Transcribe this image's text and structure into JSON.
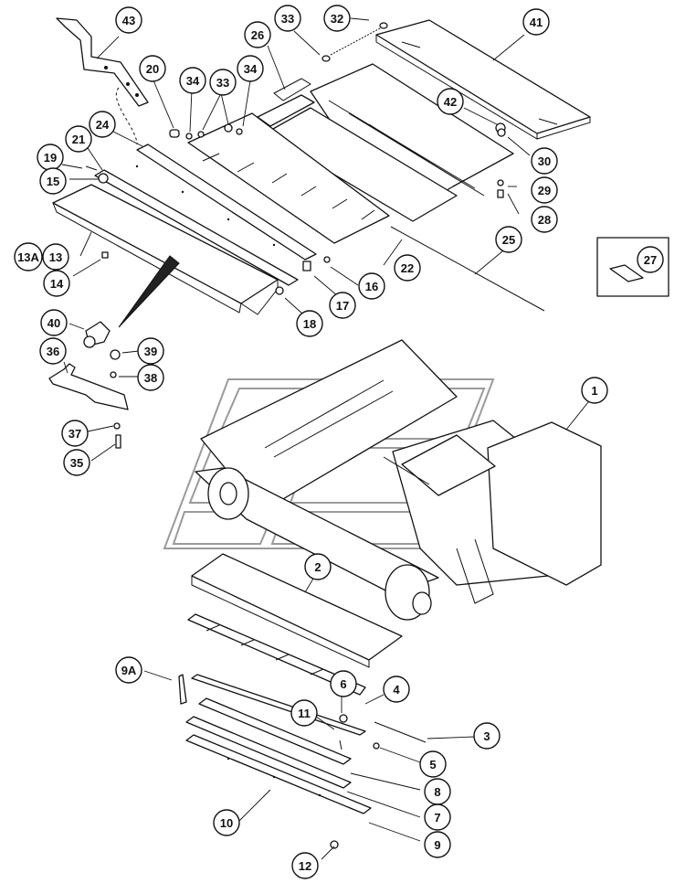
{
  "callouts": [
    {
      "id": "c43",
      "label": "43"
    },
    {
      "id": "c33a",
      "label": "33"
    },
    {
      "id": "c32",
      "label": "32"
    },
    {
      "id": "c41",
      "label": "41"
    },
    {
      "id": "c26",
      "label": "26"
    },
    {
      "id": "c20",
      "label": "20"
    },
    {
      "id": "c34a",
      "label": "34"
    },
    {
      "id": "c33b",
      "label": "33"
    },
    {
      "id": "c34b",
      "label": "34"
    },
    {
      "id": "c42",
      "label": "42"
    },
    {
      "id": "c24",
      "label": "24"
    },
    {
      "id": "c21",
      "label": "21"
    },
    {
      "id": "c19",
      "label": "19"
    },
    {
      "id": "c15",
      "label": "15"
    },
    {
      "id": "c30",
      "label": "30"
    },
    {
      "id": "c29",
      "label": "29"
    },
    {
      "id": "c28",
      "label": "28"
    },
    {
      "id": "c25",
      "label": "25"
    },
    {
      "id": "c27",
      "label": "27"
    },
    {
      "id": "c13a",
      "label": "13A"
    },
    {
      "id": "c13",
      "label": "13"
    },
    {
      "id": "c14",
      "label": "14"
    },
    {
      "id": "c16",
      "label": "16"
    },
    {
      "id": "c22",
      "label": "22"
    },
    {
      "id": "c17",
      "label": "17"
    },
    {
      "id": "c18",
      "label": "18"
    },
    {
      "id": "c40",
      "label": "40"
    },
    {
      "id": "c36",
      "label": "36"
    },
    {
      "id": "c39",
      "label": "39"
    },
    {
      "id": "c38",
      "label": "38"
    },
    {
      "id": "c1",
      "label": "1"
    },
    {
      "id": "c37",
      "label": "37"
    },
    {
      "id": "c35",
      "label": "35"
    },
    {
      "id": "c2",
      "label": "2"
    },
    {
      "id": "c9a",
      "label": "9A"
    },
    {
      "id": "c6",
      "label": "6"
    },
    {
      "id": "c4",
      "label": "4"
    },
    {
      "id": "c11",
      "label": "11"
    },
    {
      "id": "c3",
      "label": "3"
    },
    {
      "id": "c5",
      "label": "5"
    },
    {
      "id": "c8",
      "label": "8"
    },
    {
      "id": "c7",
      "label": "7"
    },
    {
      "id": "c10",
      "label": "10"
    },
    {
      "id": "c9",
      "label": "9"
    },
    {
      "id": "c12",
      "label": "12"
    }
  ]
}
